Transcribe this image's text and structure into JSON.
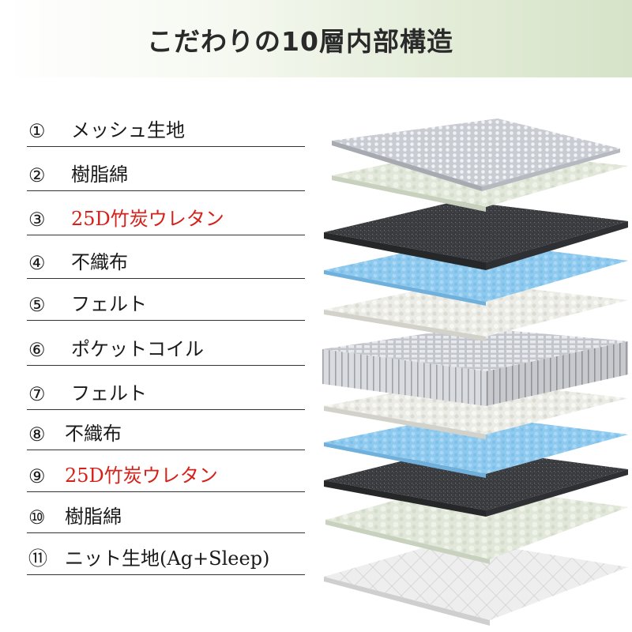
{
  "title": "こだわりの10層内部構造",
  "layers": [
    {
      "num": "①",
      "label": "メッシュ生地",
      "highlight": false
    },
    {
      "num": "②",
      "label": "樹脂綿",
      "highlight": false
    },
    {
      "num": "③",
      "label": "25D竹炭ウレタン",
      "highlight": true
    },
    {
      "num": "④",
      "label": "不織布",
      "highlight": false
    },
    {
      "num": "⑤",
      "label": "フェルト",
      "highlight": false
    },
    {
      "num": "⑥",
      "label": "ポケットコイル",
      "highlight": false
    },
    {
      "num": "⑦",
      "label": "フェルト",
      "highlight": false
    },
    {
      "num": "⑧",
      "label": "不織布",
      "highlight": false
    },
    {
      "num": "⑨",
      "label": "25D竹炭ウレタン",
      "highlight": true
    },
    {
      "num": "⑩",
      "label": "樹脂綿",
      "highlight": false
    },
    {
      "num": "⑪",
      "label": "ニット生地(Ag+Sleep)",
      "highlight": false
    }
  ],
  "colors": {
    "highlight_text": "#d6201a",
    "mesh": "#c9ccd2",
    "resin_cotton": "#e1e8d9",
    "charcoal_urethane": "#3a3b3e",
    "nonwoven": "#8ec9ee",
    "felt": "#ecece6",
    "pocket_coil": "#d6d8dc",
    "knit": "#eeeeee"
  },
  "icons": {
    "mesh": "mesh-fabric-layer-icon",
    "resin_cotton": "resin-cotton-layer-icon",
    "charcoal_urethane": "charcoal-urethane-layer-icon",
    "nonwoven": "nonwoven-layer-icon",
    "felt": "felt-layer-icon",
    "pocket_coil": "pocket-coil-layer-icon",
    "knit": "knit-fabric-layer-icon"
  }
}
